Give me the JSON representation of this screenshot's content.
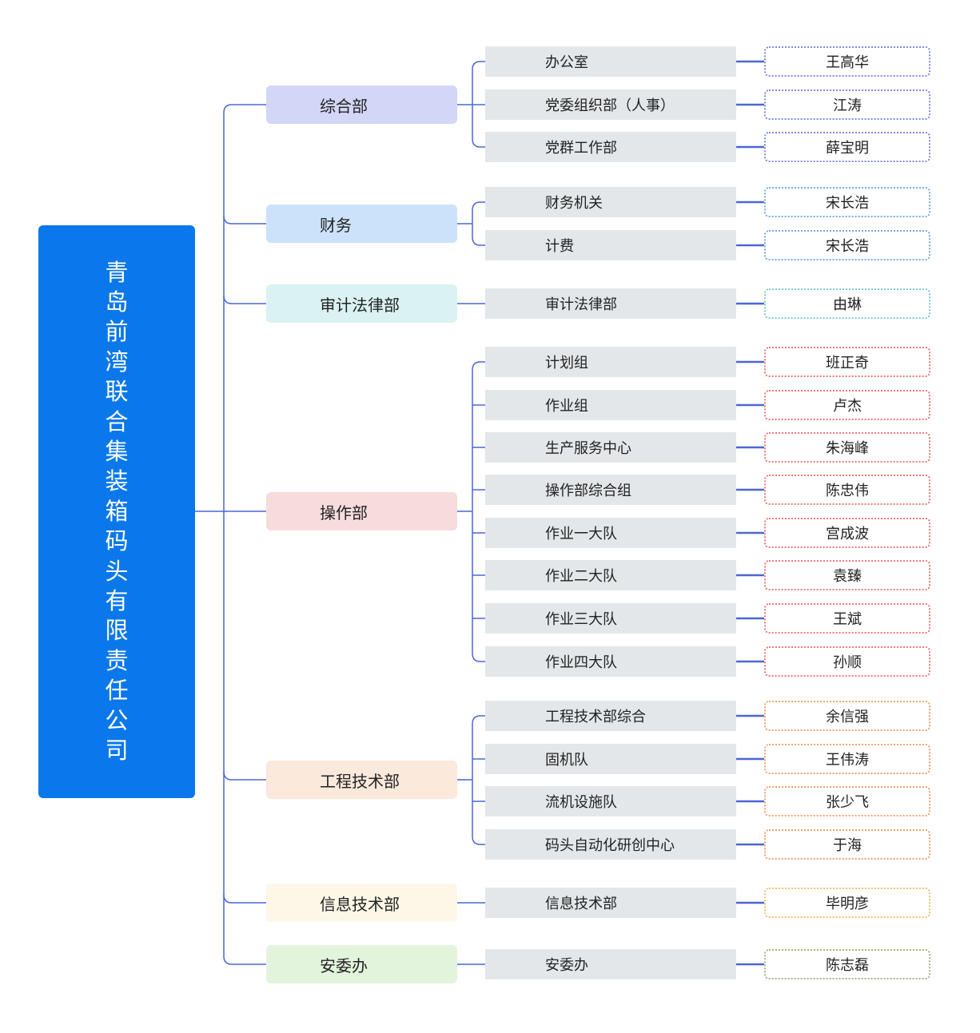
{
  "root": {
    "title": "青岛前湾联合集装箱码头有限责任公司"
  },
  "departments": [
    {
      "name": "综合部",
      "color": "#d3d6f6",
      "dot_color": "#7f8bdc",
      "units": [
        {
          "name": "办公室",
          "lead": "王高华"
        },
        {
          "name": "党委组织部（人事）",
          "lead": "江涛"
        },
        {
          "name": "党群工作部",
          "lead": "薛宝明"
        }
      ]
    },
    {
      "name": "财务",
      "color": "#cce2fb",
      "dot_color": "#73aee6",
      "units": [
        {
          "name": "财务机关",
          "lead": "宋长浩"
        },
        {
          "name": "计费",
          "lead": "宋长浩"
        }
      ]
    },
    {
      "name": "审计法律部",
      "color": "#dbf2f2",
      "dot_color": "#7cc9d4",
      "units": [
        {
          "name": "审计法律部",
          "lead": "由琳"
        }
      ]
    },
    {
      "name": "操作部",
      "color": "#f7dcdd",
      "dot_color": "#ea7a7a",
      "units": [
        {
          "name": "计划组",
          "lead": "班正奇"
        },
        {
          "name": "作业组",
          "lead": "卢杰"
        },
        {
          "name": "生产服务中心",
          "lead": "朱海峰"
        },
        {
          "name": "操作部综合组",
          "lead": "陈忠伟"
        },
        {
          "name": "作业一大队",
          "lead": "宫成波"
        },
        {
          "name": "作业二大队",
          "lead": "袁臻"
        },
        {
          "name": "作业三大队",
          "lead": "王斌"
        },
        {
          "name": "作业四大队",
          "lead": "孙顺"
        }
      ]
    },
    {
      "name": "工程技术部",
      "color": "#fbe9dc",
      "dot_color": "#f0a370",
      "units": [
        {
          "name": "工程技术部综合",
          "lead": "余信强"
        },
        {
          "name": "固机队",
          "lead": "王伟涛"
        },
        {
          "name": "流机设施队",
          "lead": "张少飞"
        },
        {
          "name": "码头自动化研创中心",
          "lead": "于海"
        }
      ]
    },
    {
      "name": "信息技术部",
      "color": "#fcf7e7",
      "dot_color": "#efc270",
      "units": [
        {
          "name": "信息技术部",
          "lead": "毕明彦"
        }
      ]
    },
    {
      "name": "安委办",
      "color": "#e3f4dd",
      "dot_color": "#a7b28c",
      "units": [
        {
          "name": "安委办",
          "lead": "陈志磊"
        }
      ]
    }
  ],
  "colors": {
    "connector": "#4a67d6",
    "root_fill": "#0a78ea",
    "sub_fill": "#e3e7ea"
  },
  "icons": []
}
